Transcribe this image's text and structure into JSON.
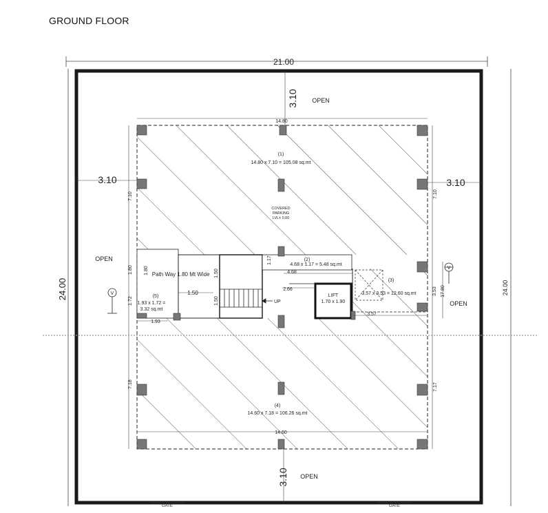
{
  "title": "GROUND FLOOR",
  "dims": {
    "overall_width": "21.00",
    "overall_height": "24.00",
    "setback_top": "3.10",
    "setback_bottom": "3.10",
    "setback_left": "3.10",
    "setback_right": "3.10",
    "inner_width_top": "14.80",
    "inner_width_bottom": "14.60",
    "left_top": "7.10",
    "left_mid": "1.80",
    "left_low": "1.72",
    "left_bottom": "7.18",
    "right_top": "7.10",
    "right_mid_a": "3.53",
    "right_mid_b": "17.80",
    "right_bottom": "7.17",
    "path_h": "1.80",
    "stair_h": "1.50",
    "stair_w": "1.50",
    "stair_h2": "1.50",
    "core_h": "1.17",
    "core_w1": "4.68",
    "core_w2": "2.66",
    "core_w3": "3.57",
    "btm_left": "1.93",
    "stair_up": "UP"
  },
  "labels": {
    "open_top": "OPEN",
    "open_left": "OPEN",
    "open_right": "OPEN",
    "open_bottom": "OPEN",
    "area1_num": "(1)",
    "area1_calc": "14.80 x 7.10 = 105.08 sq.mt",
    "covered_1": "COVERED",
    "covered_2": "PARKING",
    "covered_3": "LVL± 0.00",
    "area2_num": "(2)",
    "area2_calc": "4.68 x 1.17 = 5.48 sq.mt",
    "area3_num": "(3)",
    "area3_calc": "3.57 x 3.53 = 12.60 sq.mt",
    "area4_num": "(4)",
    "area4_calc": "14.60 x 7.18 = 106.26 sq.mt",
    "area5_num": "(5)",
    "area5_calc_1": "1.93 x 1.72 =",
    "area5_calc_2": "3.32 sq.mt",
    "pathway": "Path Way",
    "pathway_width": "1.80 Mt Wide",
    "lift": "LIFT",
    "lift_size": "1.70 x 1.90",
    "gate_left": "GATE",
    "gate_right": "GATE",
    "v_left": "V",
    "v_right": "V"
  }
}
